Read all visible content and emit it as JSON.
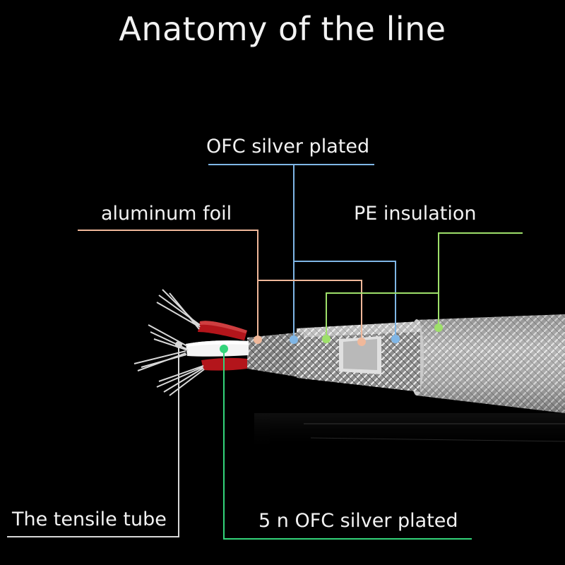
{
  "title": "Anatomy of the line",
  "labels": {
    "ofc_silver_plated": "OFC silver plated",
    "aluminum_foil": "aluminum foil",
    "pe_insulation": "PE insulation",
    "tensile_tube": "The tensile tube",
    "five_n_ofc": "5 n OFC silver plated"
  },
  "colors": {
    "background": "#000000",
    "ofc_line": "#7fb6e6",
    "aluminum_line": "#f0b89a",
    "pe_line": "#9ee06a",
    "tensile_line": "#d8d8d8",
    "five_n_line": "#33d47a",
    "red_insulation": "#b3151b"
  }
}
